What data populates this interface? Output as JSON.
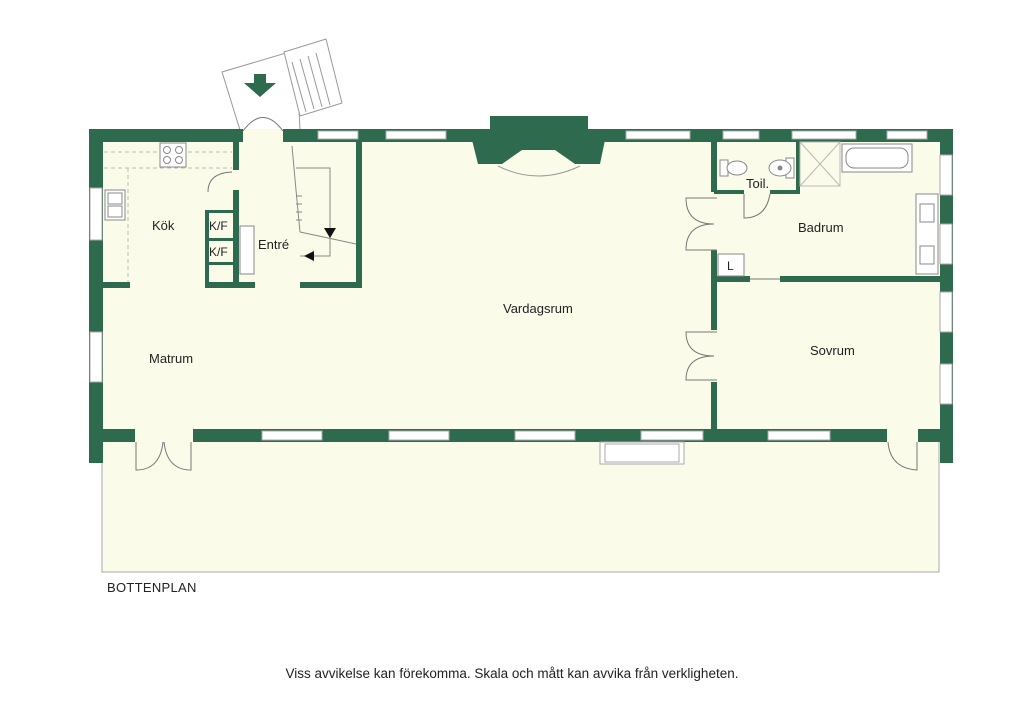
{
  "plan": {
    "title": "BOTTENPLAN",
    "disclaimer": "Viss avvikelse kan förekomma. Skala och mått kan avvika från verkligheten.",
    "rooms": {
      "kok": "Kök",
      "entre": "Entré",
      "vardagsrum": "Vardagsrum",
      "badrum": "Badrum",
      "toil": "Toil.",
      "matrum": "Matrum",
      "sovrum": "Sovrum"
    },
    "fixtures": {
      "kf1": "K/F",
      "kf2": "K/F",
      "l": "L"
    }
  },
  "colors": {
    "wall": "#2e6b4e",
    "floor": "#fbfbea",
    "window": "#ffffff",
    "line": "#999999"
  },
  "icons": [
    "entrance-arrow-icon",
    "stove-icon",
    "sink-icon",
    "toilet-icon",
    "washbasin-icon",
    "bathtub-icon",
    "stair-icon"
  ]
}
